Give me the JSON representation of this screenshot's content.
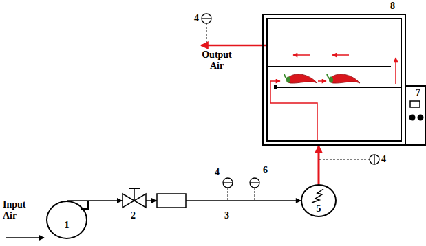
{
  "diagram": {
    "nodes": [
      {
        "text": [
          "8"
        ]
      },
      {
        "text": [
          "7"
        ]
      },
      {
        "text": [
          "5"
        ]
      },
      {
        "text": [
          "1"
        ]
      }
    ],
    "edges": [
      {
        "from": 3,
        "to": 2,
        "arrow": "to"
      },
      {
        "from": 2,
        "to": 0,
        "arrow": "to"
      }
    ],
    "labels": [
      "4",
      "Output Air",
      "4",
      "4",
      "6",
      "Input Air",
      "2",
      "3"
    ]
  }
}
